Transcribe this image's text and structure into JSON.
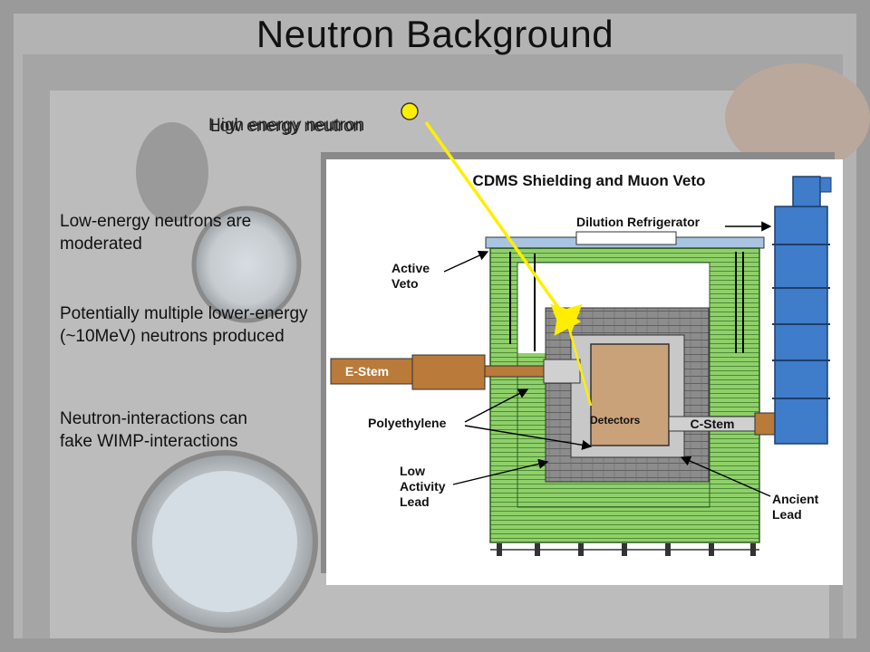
{
  "slide": {
    "title": "Neutron Background",
    "overlay_labels": [
      "High energy neutron",
      "Low energy neutron"
    ],
    "bullets": [
      "Low-energy neutrons are moderated",
      "Potentially multiple lower-energy (~10MeV) neutrons produced",
      "Neutron-interactions can fake WIMP-interactions"
    ]
  },
  "diagram": {
    "title": "CDMS Shielding and Muon Veto",
    "labels": {
      "dilution_refrigerator": "Dilution Refrigerator",
      "active_veto": "Active Veto",
      "e_stem": "E-Stem",
      "c_stem": "C-Stem",
      "polyethylene": "Polyethylene",
      "low_activity_lead": "Low Activity Lead",
      "ancient_lead": "Ancient Lead",
      "detectors": "Detectors"
    },
    "colors": {
      "green_shield": "#8fd06a",
      "blue_fridge": "#3f7cc9",
      "brown_stem": "#b97a3a",
      "lead_gray": "#8c8c8c",
      "neutron_yellow": "#ffee00"
    }
  }
}
